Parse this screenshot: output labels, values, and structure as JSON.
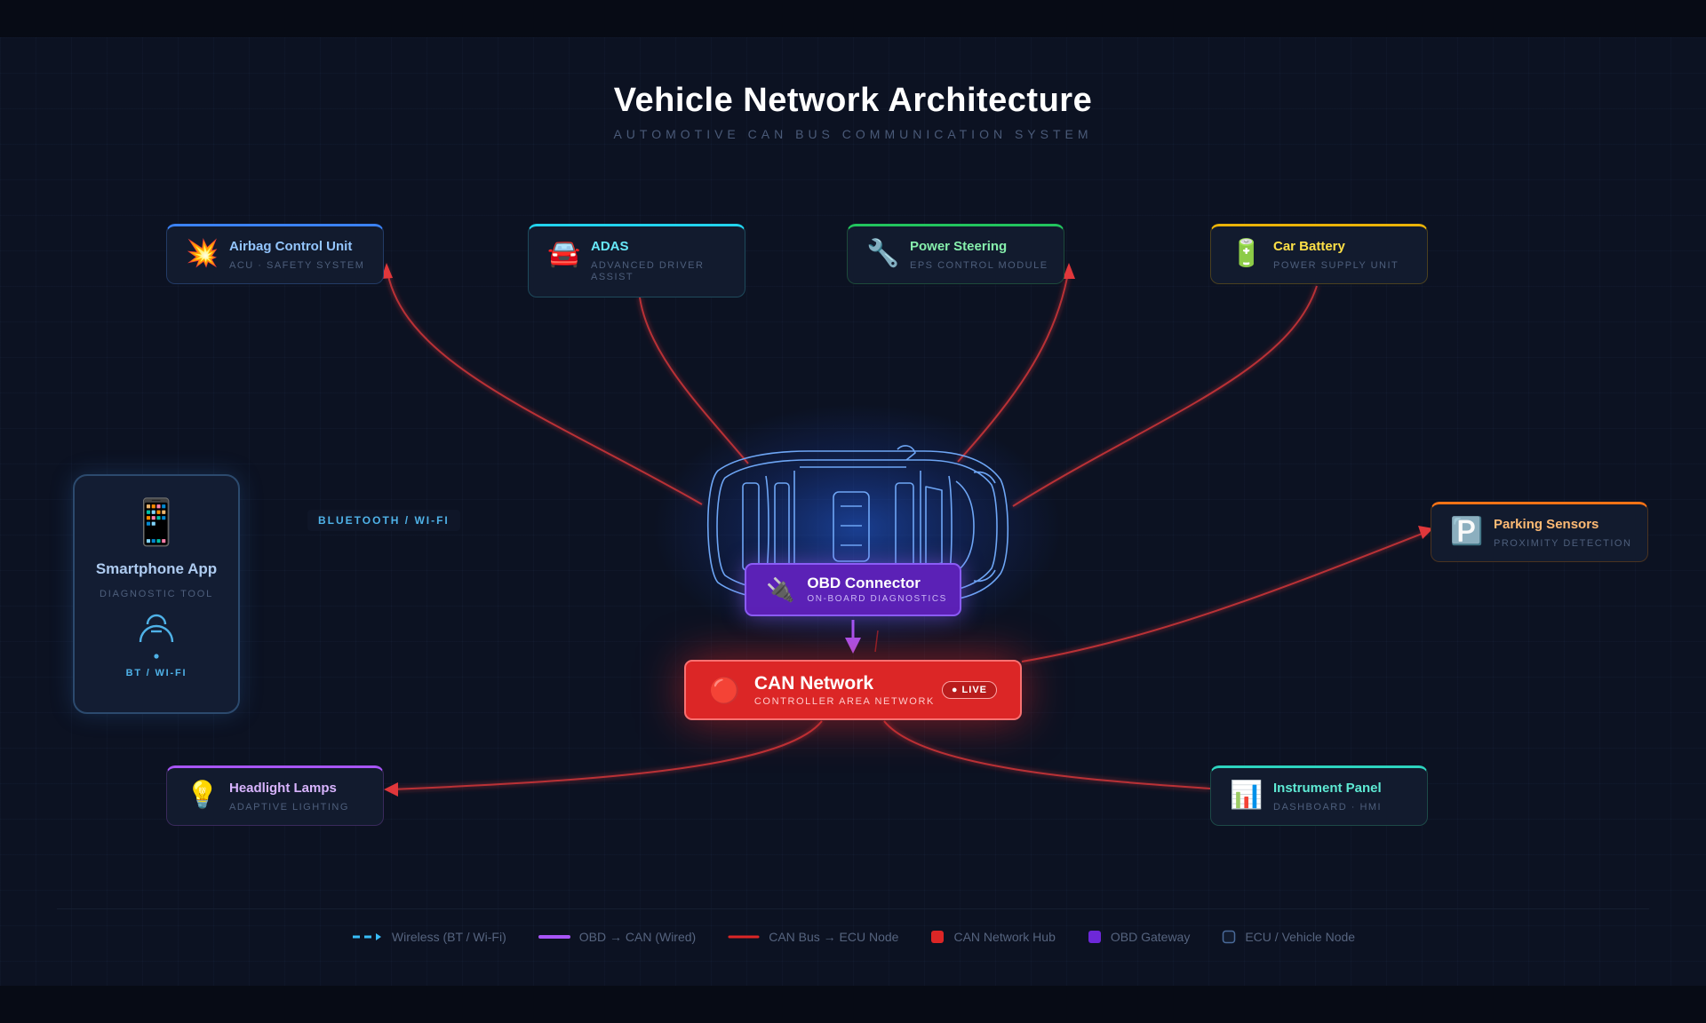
{
  "title": "Vehicle Network Architecture",
  "subtitle": "AUTOMOTIVE CAN BUS COMMUNICATION SYSTEM",
  "colors": {
    "can": "#dc2626",
    "obd": "#7c3aed",
    "wireless": "#38bdf8",
    "airbag": "#3b82f6",
    "adas": "#22d3ee",
    "steering": "#22c55e",
    "battery": "#eab308",
    "parking": "#f97316",
    "headlight": "#a855f7",
    "instrument": "#2dd4bf"
  },
  "nodes": {
    "airbag": {
      "icon": "collision-icon",
      "glyph": "💥",
      "name": "Airbag Control Unit",
      "sub": "ACU · SAFETY SYSTEM"
    },
    "adas": {
      "icon": "car-icon",
      "glyph": "🚘",
      "name": "ADAS",
      "sub": "ADVANCED DRIVER ASSIST"
    },
    "steering": {
      "icon": "wrench-icon",
      "glyph": "🔧",
      "name": "Power Steering",
      "sub": "EPS CONTROL MODULE"
    },
    "battery": {
      "icon": "battery-icon",
      "glyph": "🔋",
      "name": "Car Battery",
      "sub": "POWER SUPPLY UNIT"
    },
    "parking": {
      "icon": "parking-icon",
      "glyph": "🅿️",
      "name": "Parking Sensors",
      "sub": "PROXIMITY DETECTION"
    },
    "headlight": {
      "icon": "lightbulb-icon",
      "glyph": "💡",
      "name": "Headlight Lamps",
      "sub": "ADAPTIVE LIGHTING"
    },
    "instrument": {
      "icon": "bar-chart-icon",
      "glyph": "📊",
      "name": "Instrument Panel",
      "sub": "DASHBOARD · HMI"
    }
  },
  "smartphone": {
    "icon": "smartphone-icon",
    "glyph": "📱",
    "name": "Smartphone App",
    "sub": "DIAGNOSTIC TOOL",
    "link": "BT / WI-FI"
  },
  "wireless_label": "BLUETOOTH / WI-FI",
  "obd": {
    "icon": "plug-icon",
    "glyph": "🔌",
    "name": "OBD Connector",
    "sub": "ON-BOARD DIAGNOSTICS"
  },
  "can": {
    "icon": "red-circle-icon",
    "glyph": "🔴",
    "name": "CAN Network",
    "sub": "CONTROLLER AREA NETWORK",
    "badge": "● LIVE"
  },
  "legend": {
    "wireless": "Wireless (BT / Wi-Fi)",
    "obd_can": "OBD → CAN (Wired)",
    "can_bus": "CAN Bus → ECU Node",
    "hub": "CAN Network Hub",
    "gateway": "OBD Gateway",
    "ecu": "ECU / Vehicle Node"
  }
}
